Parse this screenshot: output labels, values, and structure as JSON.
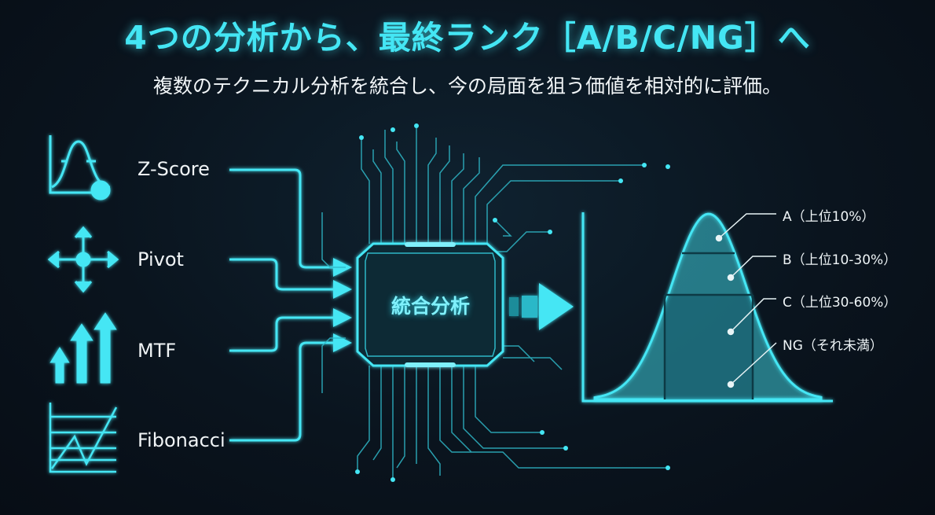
{
  "title": "4つの分析から、最終ランク［A/B/C/NG］へ",
  "subtitle": "複数のテクニカル分析を統合し、今の局面を狙う価値を相対的に評価。",
  "inputs": [
    {
      "label": "Z-Score",
      "icon": "zscore-chart-icon"
    },
    {
      "label": "Pivot",
      "icon": "pivot-arrows-icon"
    },
    {
      "label": "MTF",
      "icon": "rising-arrows-icon"
    },
    {
      "label": "Fibonacci",
      "icon": "fibonacci-grid-icon"
    }
  ],
  "processor": {
    "label": "統合分析"
  },
  "ranks": [
    {
      "label": "A（上位10%）"
    },
    {
      "label": "B（上位10-30%）"
    },
    {
      "label": "C（上位30-60%）"
    },
    {
      "label": "NG（それ未満）"
    }
  ],
  "colors": {
    "accent": "#44e6f4",
    "background": "#0a141e"
  }
}
